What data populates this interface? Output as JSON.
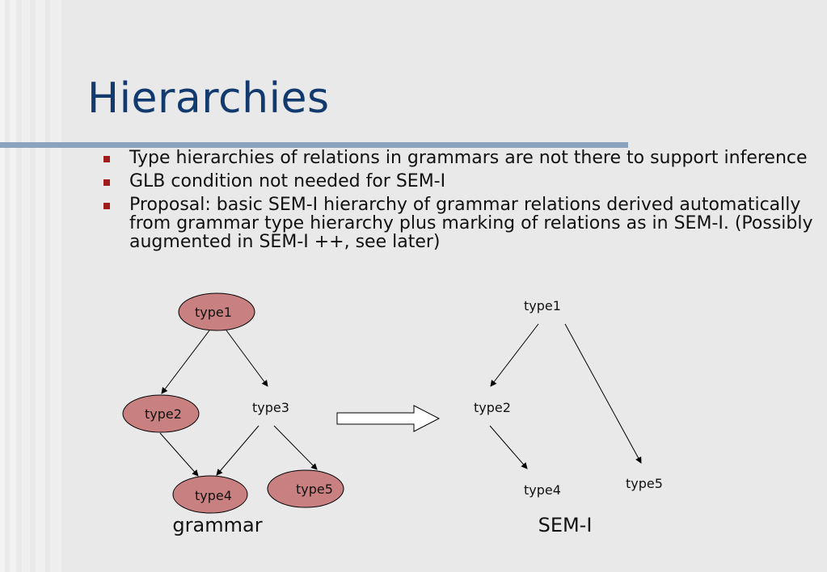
{
  "title": "Hierarchies",
  "bullets": [
    "Type hierarchies of relations in grammars are not there to support inference",
    "GLB condition not needed for SEM-I",
    "Proposal: basic SEM-I hierarchy of grammar relations derived automatically from grammar type hierarchy plus marking of relations as in SEM-I. (Possibly augmented in SEM-I ++, see later)"
  ],
  "diagram": {
    "grammar": {
      "caption": "grammar",
      "nodes": {
        "type1": "type1",
        "type2": "type2",
        "type3": "type3",
        "type4": "type4",
        "type5": "type5"
      }
    },
    "semi": {
      "caption": "SEM-I",
      "nodes": {
        "type1": "type1",
        "type2": "type2",
        "type4": "type4",
        "type5": "type5"
      }
    }
  },
  "colors": {
    "title": "#123a6e",
    "bullet": "#a01c1c",
    "node_fill": "#c98080",
    "rule": "#8ba3bf",
    "background": "#e9e9e9"
  }
}
